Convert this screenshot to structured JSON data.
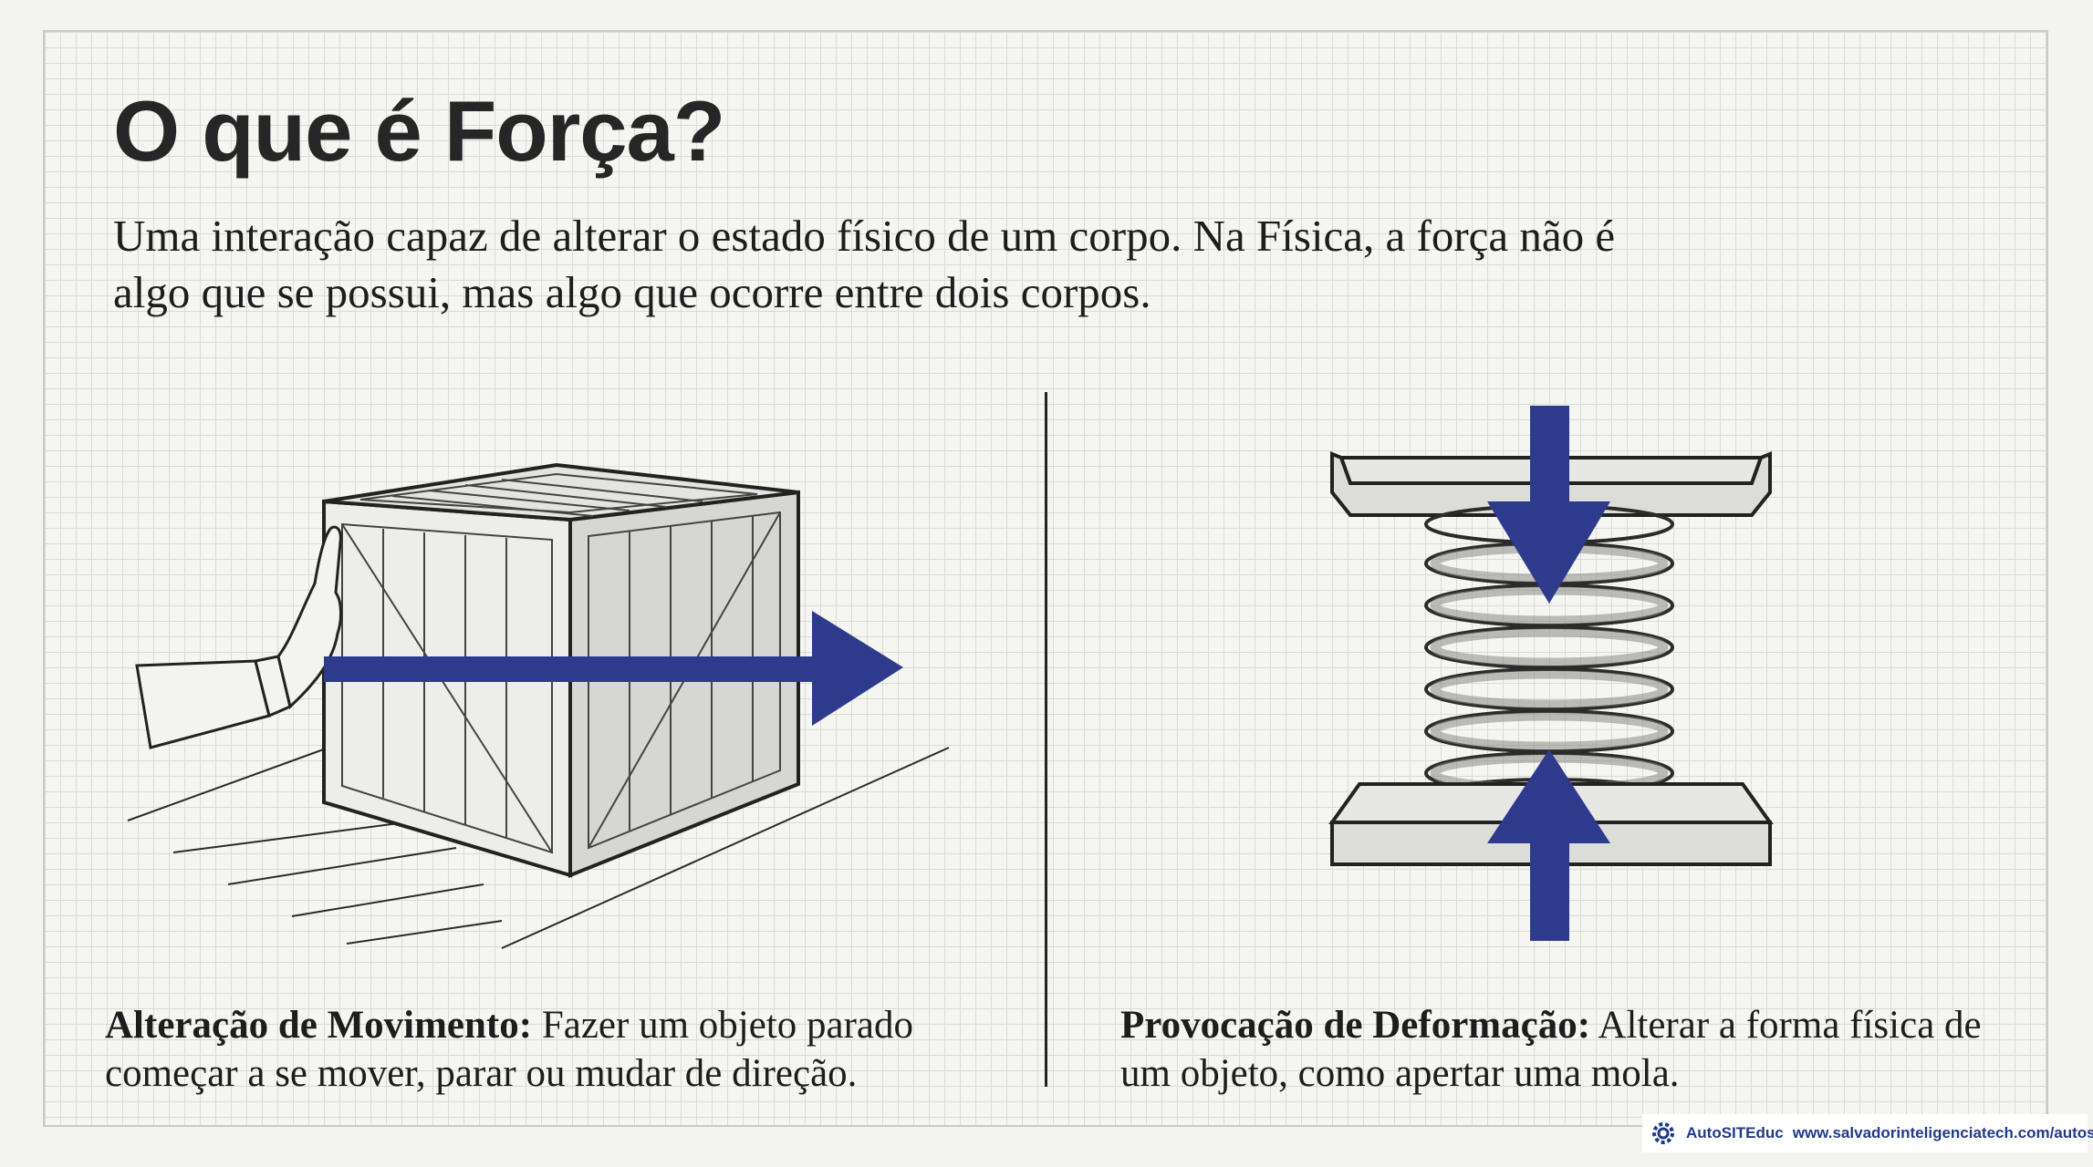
{
  "slide": {
    "title": "O que é Força?",
    "subtitle": "Uma interação capaz de alterar o estado físico de um corpo. Na Física, a força não é algo que se possui, mas algo que ocorre entre dois corpos."
  },
  "left_panel": {
    "caption_bold": "Alteração de Movimento:",
    "caption_text": " Fazer um objeto parado começar a se mover, parar ou mudar de direção."
  },
  "right_panel": {
    "caption_bold": "Provocação de Deformação:",
    "caption_text": " Alterar a forma física de um objeto, como apertar uma mola."
  },
  "footer": {
    "brand": "AutoSITEduc",
    "url": "www.salvadorinteligenciatech.com/autositeduc"
  },
  "colors": {
    "arrow": "#2e3b8c",
    "ink": "#1d1d1d",
    "footer_text": "#1f3a8a"
  },
  "icons": [
    "gear-icon"
  ]
}
